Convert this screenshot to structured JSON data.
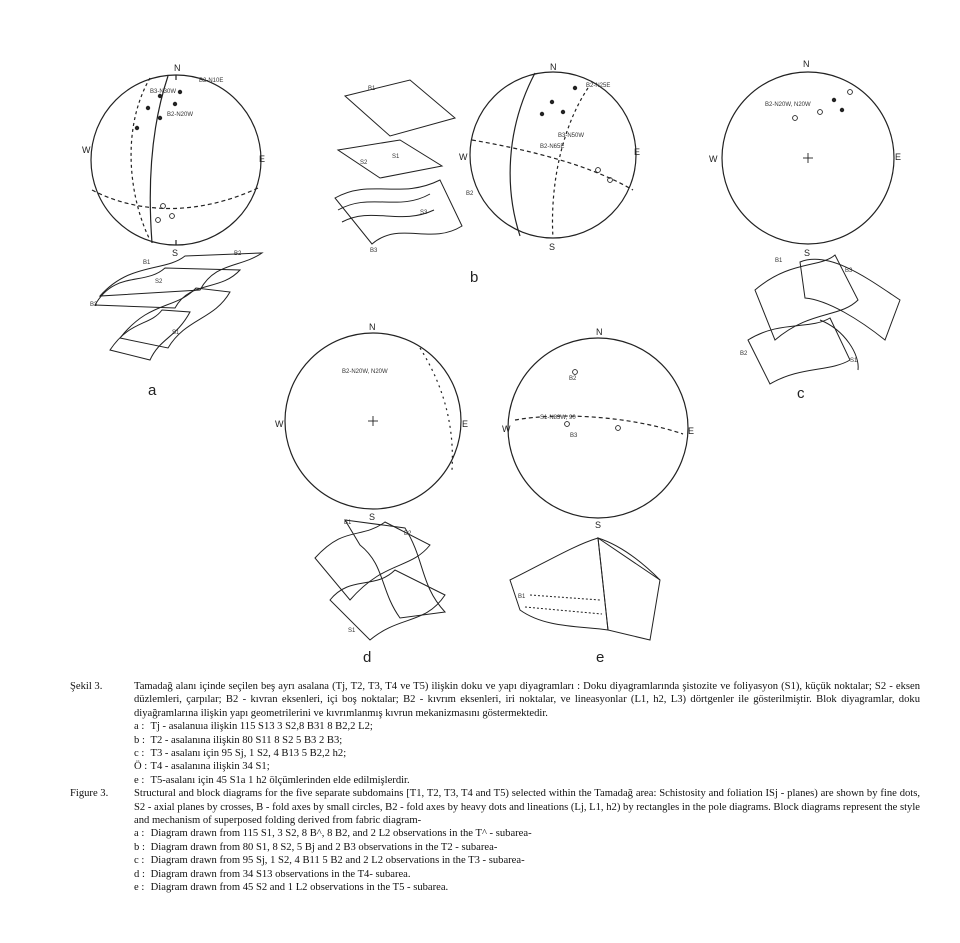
{
  "panels": {
    "a": {
      "letter": "a",
      "n": "N",
      "s": "S",
      "e": "E",
      "w": "W",
      "labels": [
        "B2-N10E",
        "B3-N30W",
        "B2-N20W",
        "B1",
        "B2",
        "B3",
        "S1",
        "S2"
      ]
    },
    "b": {
      "letter": "b",
      "n": "N",
      "s": "S",
      "e": "E",
      "w": "W",
      "labels": [
        "B2-N25E",
        "B3-N50W",
        "B2-N65E",
        "B1",
        "B2",
        "B3",
        "S1",
        "S2",
        "S3"
      ]
    },
    "c": {
      "letter": "c",
      "n": "N",
      "s": "S",
      "e": "E",
      "w": "W",
      "labels": [
        "B2-N20W, N20W",
        "B1",
        "B2",
        "B3",
        "S1"
      ]
    },
    "d": {
      "letter": "d",
      "n": "N",
      "s": "S",
      "e": "E",
      "w": "W",
      "labels": [
        "B2-N20W, N20W",
        "B1",
        "B2",
        "S1"
      ]
    },
    "e": {
      "letter": "e",
      "n": "N",
      "s": "S",
      "e": "E",
      "w": "W",
      "labels": [
        "B2",
        "S1-N83W, 90",
        "B3",
        "B1"
      ]
    }
  },
  "caption": {
    "tr_lead": "Şekil  3.",
    "tr_body": "Tamadağ alanı içinde seçilen beş ayrı asalana (Tj, T2, T3, T4 ve T5) ilişkin doku ve yapı diyagramları : Doku diyagramlarında şistozite ve foliyasyon (S1), küçük noktalar; S2 - eksen düzlemleri, çarpılar; B2 - kıvran eksenleri, içi boş noktalar; B2 - kıvrım eksenleri, iri noktalar, ve lineasyonlar (L1, h2, L3) dörtgenler ile gösterilmiştir. Blok diyagramlar, doku diyağramlarına ilişkin yapı geometrilerini ve kıvrımlanmış kıvrun mekanizmasını göstermektedir.",
    "tr_items": [
      {
        "key": "a :",
        "text": "Tj - asalanuıa ilişkin 115 S13 3 S2,8 B31 8 B2,2 L2;"
      },
      {
        "key": "b :",
        "text": "T2 - asalanına ilişkin 80 S11 8 S2 5 B3 2 B3;"
      },
      {
        "key": "c :",
        "text": "T3 - asalanı için 95 Sj, 1 S2, 4 B13 5 B2,2 h2;"
      },
      {
        "key": "Ö :",
        "text": "T4 - asalanına ilişkin 34 S1;"
      },
      {
        "key": "e :",
        "text": "T5-asalanı için 45 S1a 1 h2 ölçümlerinden elde edilmişlerdir."
      }
    ],
    "en_lead": "Figure 3.",
    "en_body": "Structural and block diagrams for the five separate subdomains [T1, T2, T3, T4 and T5) selected within the Tamadağ area: Schistosity and foliation ISj - planes) are shown by fine dots, S2 - axial planes by crosses, B - fold axes by small circles, B2 - fold axes by heavy dots and lineations (Lj, L1, h2) by rectangles in the pole diagrams. Block diagrams represent the style and mechanism of superposed folding derived from fabric diagram-",
    "en_items": [
      {
        "key": "a :",
        "text": "Diagram drawn from 115 S1, 3 S2, 8 B^, 8 B2, and 2 L2 observations in the T^ - subarea-"
      },
      {
        "key": "b :",
        "text": "Diagram drawn from 80 S1, 8 S2, 5 Bj and 2 B3 observations in the T2 - subarea-"
      },
      {
        "key": "c :",
        "text": "Diagram drawn from 95 Sj, 1 S2, 4 B11 5 B2 and 2 L2 observations in the T3 - subarea-"
      },
      {
        "key": "d :",
        "text": "Diagram drawn from 34 S13 observations in the T4- subarea."
      },
      {
        "key": "e :",
        "text": "Diagram drawn from 45 S2 and 1 L2 observations in the T5 - subarea."
      }
    ]
  }
}
